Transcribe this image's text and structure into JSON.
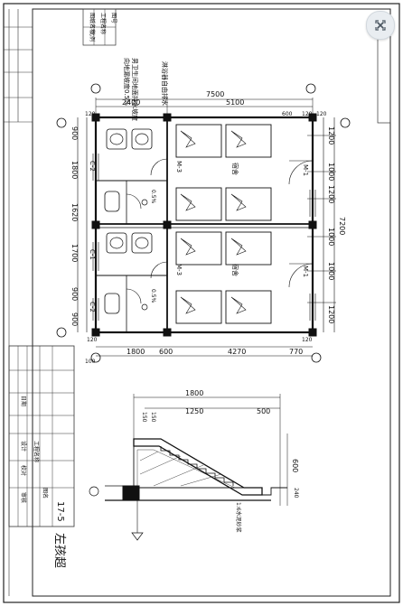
{
  "sheet": {
    "title_block_right": [
      "图纸名称",
      "工程名称",
      "图号",
      "比例"
    ],
    "title_block_left": [
      "设计",
      "校对",
      "审核",
      "日期",
      "图名",
      "工程名称"
    ],
    "signature": "左孩超",
    "code": "17-5"
  },
  "dimensions": {
    "top_overall": "7500",
    "top_segments": [
      "2400",
      "5100"
    ],
    "top_small": [
      "120",
      "600",
      "120",
      "120"
    ],
    "left_rows": [
      "900",
      "1800",
      "1620",
      "1700",
      "900",
      "900"
    ],
    "right_rows": [
      "1200",
      "1000",
      "1200",
      "1000",
      "1000",
      "1200"
    ],
    "right_overall": "7200",
    "bottom_segments": [
      "1800",
      "600",
      "4270",
      "770"
    ],
    "bottom_small": [
      "100",
      "120",
      "120"
    ],
    "section_top": "1800",
    "section_segments": [
      "1250",
      "500"
    ],
    "section_height": "600",
    "section_small": [
      "150",
      "150"
    ],
    "section_right": "240"
  },
  "labels": {
    "notes": [
      "淋浴器自由排水",
      "男卫生间地面排水坡度",
      "向地漏坡度0.5%"
    ],
    "rooms": [
      "宿舍",
      "宿舍"
    ],
    "doors": [
      "M-1",
      "M-1",
      "M-3",
      "M-3",
      "C-2",
      "C-1",
      "C-2"
    ],
    "slopes": [
      "0.5%",
      "0.5%"
    ],
    "stair_note": "1:6水泥砂浆"
  }
}
